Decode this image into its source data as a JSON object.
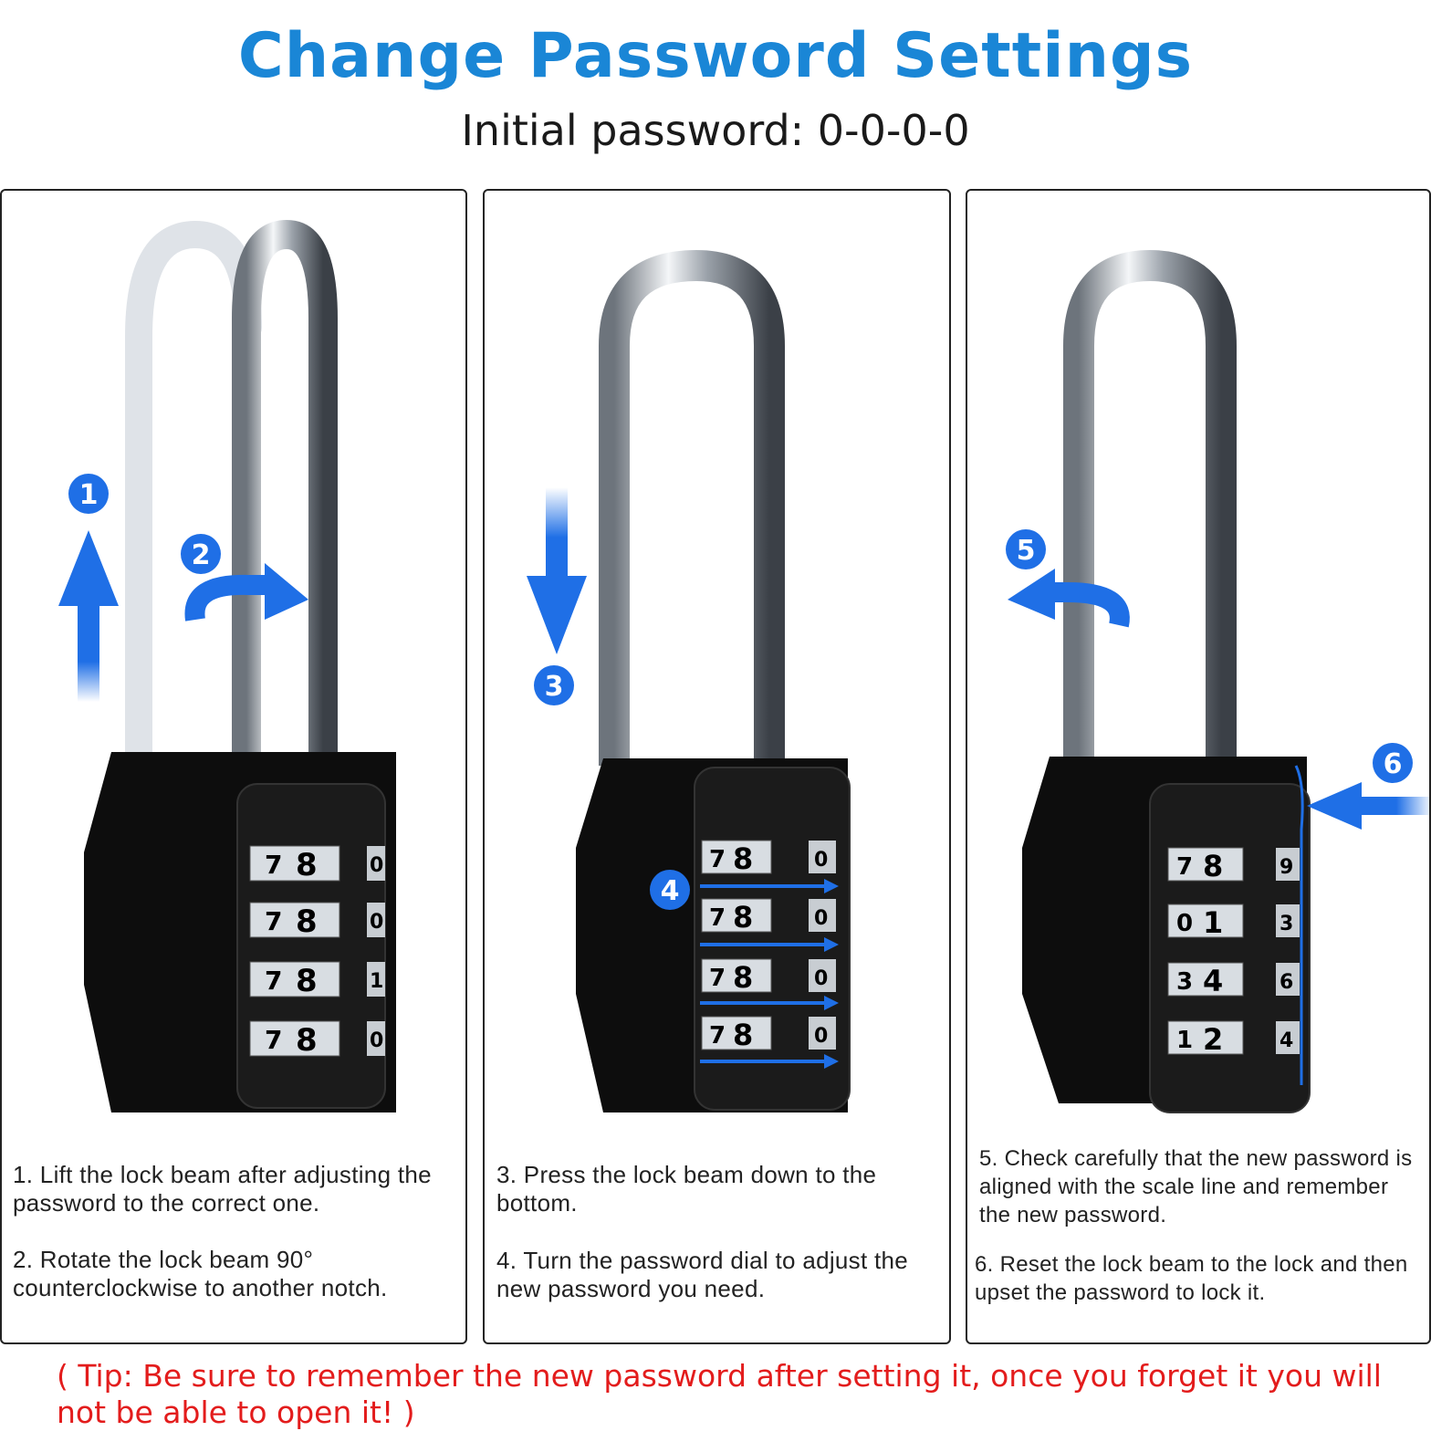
{
  "title": "Change Password Settings",
  "subtitle": "Initial password: 0-0-0-0",
  "colors": {
    "accent": "#1a86d6",
    "arrow": "#1f6fe6",
    "tip": "#e31c1c",
    "lock_body": "#0d0d0d",
    "shackle": "#c9ced4"
  },
  "panels": [
    {
      "markers": [
        "1",
        "2"
      ],
      "dials": [
        [
          "7",
          "8"
        ],
        [
          "7",
          "8"
        ],
        [
          "7",
          "8"
        ],
        [
          "7",
          "8"
        ]
      ],
      "side_digits": [
        "0",
        "0",
        "1",
        "0"
      ],
      "steps": [
        {
          "text": "1. Lift the lock beam after adjusting the password to the correct one."
        },
        {
          "text": "2. Rotate the lock beam 90° counterclockwise to another notch."
        }
      ]
    },
    {
      "markers": [
        "3",
        "4"
      ],
      "dials": [
        [
          "7",
          "8"
        ],
        [
          "7",
          "8"
        ],
        [
          "7",
          "8"
        ],
        [
          "7",
          "8"
        ]
      ],
      "side_digits": [
        "0",
        "0",
        "0",
        "0"
      ],
      "steps": [
        {
          "text": "3. Press the lock beam down to the bottom."
        },
        {
          "text": "4. Turn the password dial to adjust the new password you need."
        }
      ]
    },
    {
      "markers": [
        "5",
        "6"
      ],
      "dials": [
        [
          "7",
          "8"
        ],
        [
          "0",
          "1"
        ],
        [
          "3",
          "4"
        ],
        [
          "1",
          "2"
        ]
      ],
      "side_digits": [
        "9",
        "3",
        "6",
        "4"
      ],
      "steps": [
        {
          "text": "5. Check carefully that the new password is aligned with the scale line and remember the new password."
        },
        {
          "text": "6. Reset the lock beam to the lock and then upset the password to lock it."
        }
      ]
    }
  ],
  "tip": "( Tip: Be sure to remember the new password after setting it, once you forget it you will not be able to open it! )"
}
